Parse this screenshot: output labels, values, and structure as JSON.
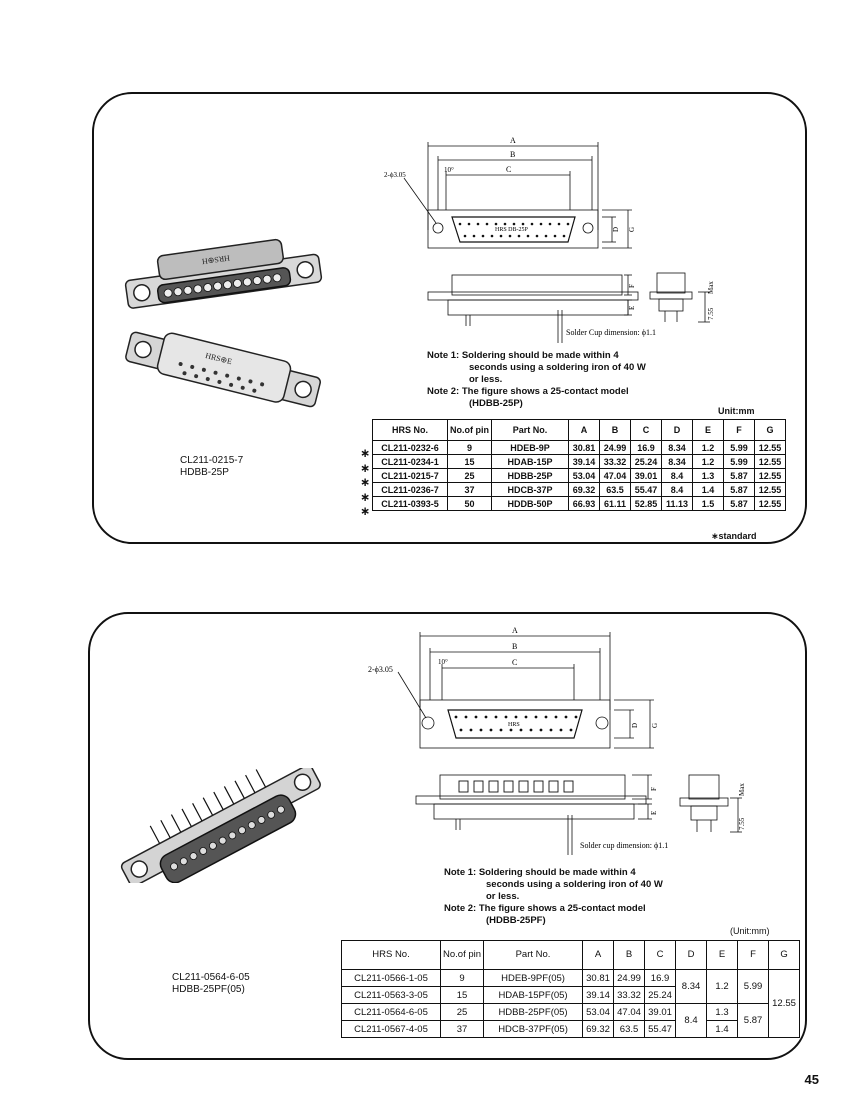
{
  "panel1": {
    "drawing": {
      "dim_a": "A",
      "dim_b": "B",
      "dim_c": "C",
      "dim_d": "D",
      "dim_g": "G",
      "dim_f": "F",
      "dim_e": "E",
      "angle": "10°",
      "holes": "2-ϕ3.05",
      "max_label": "Max",
      "height": "7.55",
      "solder": "Solder Cup dimension: ϕ1.1",
      "face_text": "HRS DB-25P"
    },
    "photo_text_top": "HRS⊕H",
    "photo_text_bottom": "HRS⊕E",
    "note1": "Note  1: Soldering should be made within 4",
    "note1b": "seconds using a soldering iron of 40 W",
    "note1c": "or less.",
    "note2": "Note  2: The figure shows a 25-contact model",
    "note2b": "(HDBB-25P)",
    "unit": "Unit:mm",
    "caption_line1": "CL211-0215-7",
    "caption_line2": "HDBB-25P",
    "headers": [
      "HRS No.",
      "No.of pin",
      "Part No.",
      "A",
      "B",
      "C",
      "D",
      "E",
      "F",
      "G"
    ],
    "rows": [
      {
        "star": "∗",
        "hrs": "CL211-0232-6",
        "pin": "9",
        "part": "HDEB-9P",
        "a": "30.81",
        "b": "24.99",
        "c": "16.9",
        "d": "8.34",
        "e": "1.2",
        "f": "5.99",
        "g": "12.55"
      },
      {
        "star": "∗",
        "hrs": "CL211-0234-1",
        "pin": "15",
        "part": "HDAB-15P",
        "a": "39.14",
        "b": "33.32",
        "c": "25.24",
        "d": "8.34",
        "e": "1.2",
        "f": "5.99",
        "g": "12.55"
      },
      {
        "star": "∗",
        "hrs": "CL211-0215-7",
        "pin": "25",
        "part": "HDBB-25P",
        "a": "53.04",
        "b": "47.04",
        "c": "39.01",
        "d": "8.4",
        "e": "1.3",
        "f": "5.87",
        "g": "12.55"
      },
      {
        "star": "∗",
        "hrs": "CL211-0236-7",
        "pin": "37",
        "part": "HDCB-37P",
        "a": "69.32",
        "b": "63.5",
        "c": "55.47",
        "d": "8.4",
        "e": "1.4",
        "f": "5.87",
        "g": "12.55"
      },
      {
        "star": "∗",
        "hrs": "CL211-0393-5",
        "pin": "50",
        "part": "HDDB-50P",
        "a": "66.93",
        "b": "61.11",
        "c": "52.85",
        "d": "11.13",
        "e": "1.5",
        "f": "5.87",
        "g": "12.55"
      }
    ],
    "standard": "∗standard"
  },
  "panel2": {
    "drawing": {
      "dim_a": "A",
      "dim_b": "B",
      "dim_c": "C",
      "dim_d": "D",
      "dim_g": "G",
      "dim_f": "F",
      "dim_e": "E",
      "angle": "10°",
      "holes": "2-ϕ3.05",
      "max_label": "Max",
      "height": "7.55",
      "solder": "Solder cup dimension: ϕ1.1",
      "face_text": "HRS"
    },
    "note1": "Note  1: Soldering should be made within 4",
    "note1b": "seconds using a soldering iron of 40 W",
    "note1c": "or less.",
    "note2": "Note  2: The figure shows a 25-contact model",
    "note2b": "(HDBB-25PF)",
    "unit": "(Unit:mm)",
    "caption_line1": "CL211-0564-6-05",
    "caption_line2": "HDBB-25PF(05)",
    "headers": [
      "HRS No.",
      "No.of pin",
      "Part No.",
      "A",
      "B",
      "C",
      "D",
      "E",
      "F",
      "G"
    ],
    "rows": [
      {
        "hrs": "CL211-0566-1-05",
        "pin": "9",
        "part": "HDEB-9PF(05)",
        "a": "30.81",
        "b": "24.99",
        "c": "16.9"
      },
      {
        "hrs": "CL211-0563-3-05",
        "pin": "15",
        "part": "HDAB-15PF(05)",
        "a": "39.14",
        "b": "33.32",
        "c": "25.24"
      },
      {
        "hrs": "CL211-0564-6-05",
        "pin": "25",
        "part": "HDBB-25PF(05)",
        "a": "53.04",
        "b": "47.04",
        "c": "39.01"
      },
      {
        "hrs": "CL211-0567-4-05",
        "pin": "37",
        "part": "HDCB-37PF(05)",
        "a": "69.32",
        "b": "63.5",
        "c": "55.47"
      }
    ],
    "merged": {
      "d_top": "8.34",
      "e_top": "1.2",
      "f_top": "5.99",
      "d_bottom": "8.4",
      "e_row3": "1.3",
      "e_row4": "1.4",
      "f_bottom": "5.87",
      "g_all": "12.55"
    }
  },
  "page_number": "45"
}
